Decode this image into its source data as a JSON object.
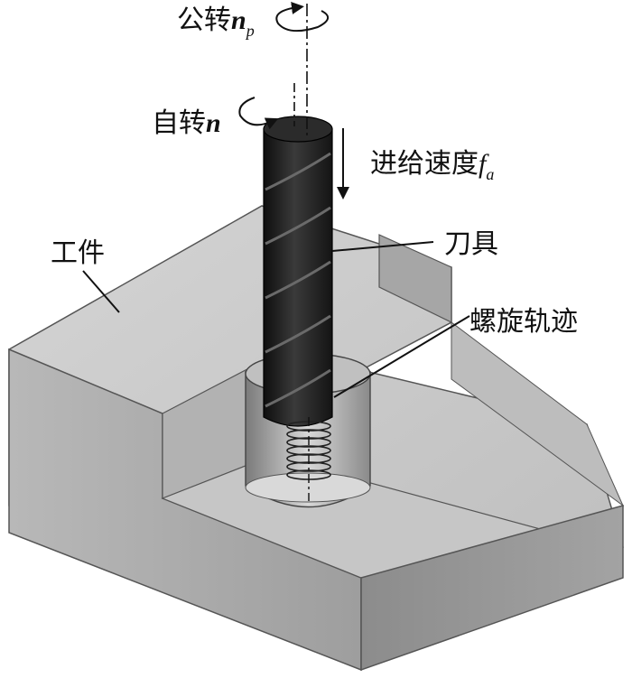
{
  "labels": {
    "revolution": "公转",
    "revolution_var": "n",
    "revolution_sub": "p",
    "rotation": "自转",
    "rotation_var": "n",
    "feed_speed": "进给速度",
    "feed_var": "f",
    "feed_sub": "a",
    "tool": "刀具",
    "workpiece": "工件",
    "helical_path": "螺旋轨迹"
  },
  "colors": {
    "block_top": "#c9c9c9",
    "block_left": "#a9a9a9",
    "block_right": "#8f8f8f",
    "tool_body": "#1f1f1f",
    "hole_wall": "#9a9a9a",
    "line": "#111111"
  }
}
